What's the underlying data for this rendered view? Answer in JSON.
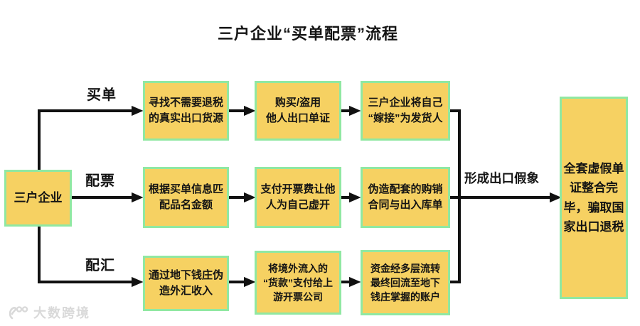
{
  "title": "三户企业“买单配票”流程",
  "source_box": {
    "label": "三户企业"
  },
  "rows": [
    {
      "label": "买单",
      "steps": [
        {
          "text": "寻找不需要退税\n的真实出口货源"
        },
        {
          "text": "购买/盗用\n他人出口单证"
        },
        {
          "text": "三户企业将自己\n“嫁接”为发货人"
        }
      ]
    },
    {
      "label": "配票",
      "steps": [
        {
          "text": "根据买单信息匹\n配品名金额"
        },
        {
          "text": "支付开票费让他\n人为自己虚开"
        },
        {
          "text": "伪造配套的购销\n合同与出入库单"
        }
      ]
    },
    {
      "label": "配汇",
      "steps": [
        {
          "text": "通过地下钱庄伪\n造外汇收入"
        },
        {
          "text": "将境外流入的\n“货款”支付给上\n游开票公司"
        },
        {
          "text": "资金经多层流转\n最终回流至地下\n钱庄掌握的账户"
        }
      ]
    }
  ],
  "converge_label": "形成出口假象",
  "result_box": {
    "text": "全套虚假单\n证整合完\n毕，骗取国\n家出口退税"
  },
  "watermark": {
    "logo": "100-logo",
    "text": "大数跨境"
  },
  "colors": {
    "box_fill": "#F6D162",
    "box_border": "#90E8A2",
    "connector": "#111111",
    "text": "#141414",
    "watermark": "#D9D9D9"
  }
}
